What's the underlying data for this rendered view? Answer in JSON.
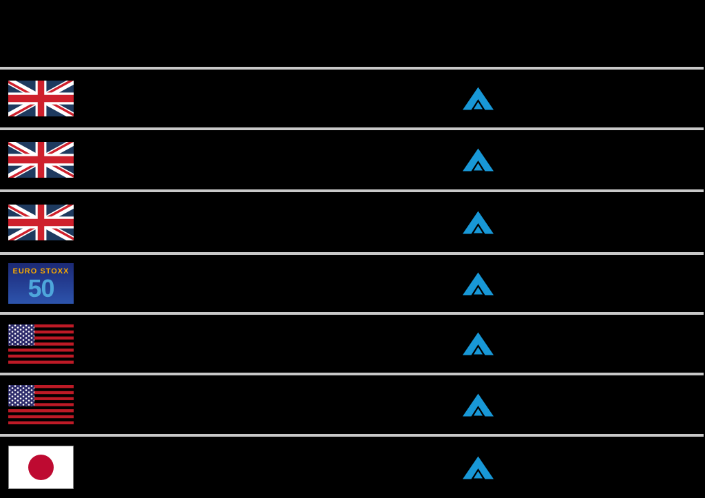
{
  "page": {
    "description": "market-indices-table",
    "background_color": "#000000"
  },
  "indices_table": {
    "divider_color": "#c8c8c8",
    "trend_arrow_color": "#1898d7",
    "rows": [
      {
        "market_icon": "uk-flag",
        "trend": "up"
      },
      {
        "market_icon": "uk-flag",
        "trend": "up"
      },
      {
        "market_icon": "uk-flag",
        "trend": "up"
      },
      {
        "market_icon": "euro-stoxx-50-logo",
        "trend": "up"
      },
      {
        "market_icon": "us-flag",
        "trend": "up"
      },
      {
        "market_icon": "us-flag",
        "trend": "up"
      },
      {
        "market_icon": "japan-flag",
        "trend": "up"
      }
    ],
    "euro_stoxx_logo": {
      "title": "EURO STOXX",
      "number": "50"
    }
  },
  "colors": {
    "uk_flag_navy": "#1e3a5f",
    "uk_flag_red": "#ce202c",
    "us_flag_red": "#be1a26",
    "us_flag_canton_navy": "#2e2c6b",
    "us_flag_star_white": "#ffffff",
    "japan_flag_red": "#be0a31",
    "japan_flag_white": "#ffffff",
    "euro_stoxx_bg_top": "#1c2a75",
    "euro_stoxx_bg_bottom": "#2d54ac",
    "euro_stoxx_title_orange": "#f6a800",
    "euro_stoxx_number_blue": "#4ea6db"
  }
}
